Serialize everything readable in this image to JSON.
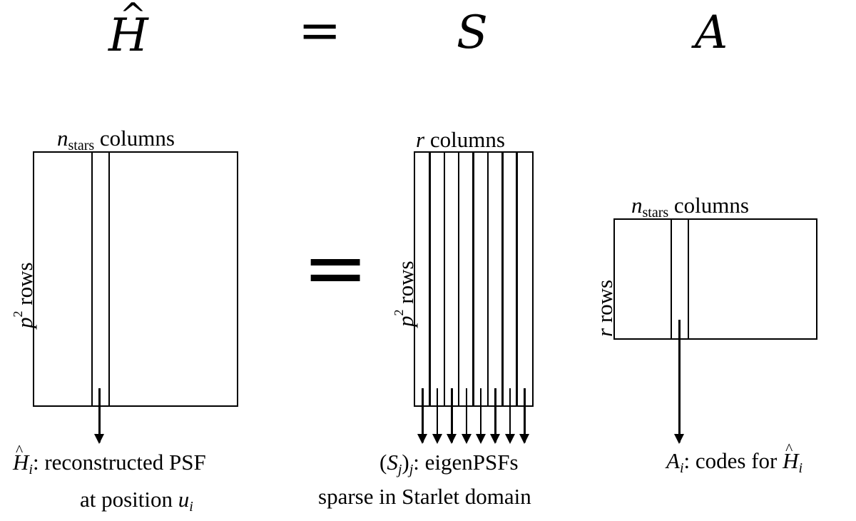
{
  "header": {
    "left_symbol": "H",
    "equals": "=",
    "mid_symbol": "S",
    "right_symbol": "A"
  },
  "middle_equals": "=",
  "matrix_h": {
    "top_label_var": "n",
    "top_label_sub": "stars",
    "top_label_rest": " columns",
    "side_label_var": "p",
    "side_label_sup": "2",
    "side_label_rest": " rows",
    "caption_line1_sym": "H",
    "caption_line1_sub": "i",
    "caption_line1_rest": ": reconstructed PSF",
    "caption_line2_text": "at position ",
    "caption_line2_var": "u",
    "caption_line2_sub": "i"
  },
  "matrix_s": {
    "top_label_var": "r",
    "top_label_rest": " columns",
    "side_label_var": "p",
    "side_label_sup": "2",
    "side_label_rest": " rows",
    "caption_line1_open": "(",
    "caption_line1_var": "S",
    "caption_line1_sub": "j",
    "caption_line1_close": ")",
    "caption_line1_sub2": "j",
    "caption_line1_rest": ": eigenPSFs",
    "caption_line2_text": "sparse in Starlet domain",
    "column_count": 8
  },
  "matrix_a": {
    "top_label_var": "n",
    "top_label_sub": "stars",
    "top_label_rest": " columns",
    "side_label_var": "r",
    "side_label_rest": " rows",
    "caption_var": "A",
    "caption_sub": "i",
    "caption_rest": ": codes for ",
    "caption_sym": "H",
    "caption_sym_sub": "i"
  }
}
